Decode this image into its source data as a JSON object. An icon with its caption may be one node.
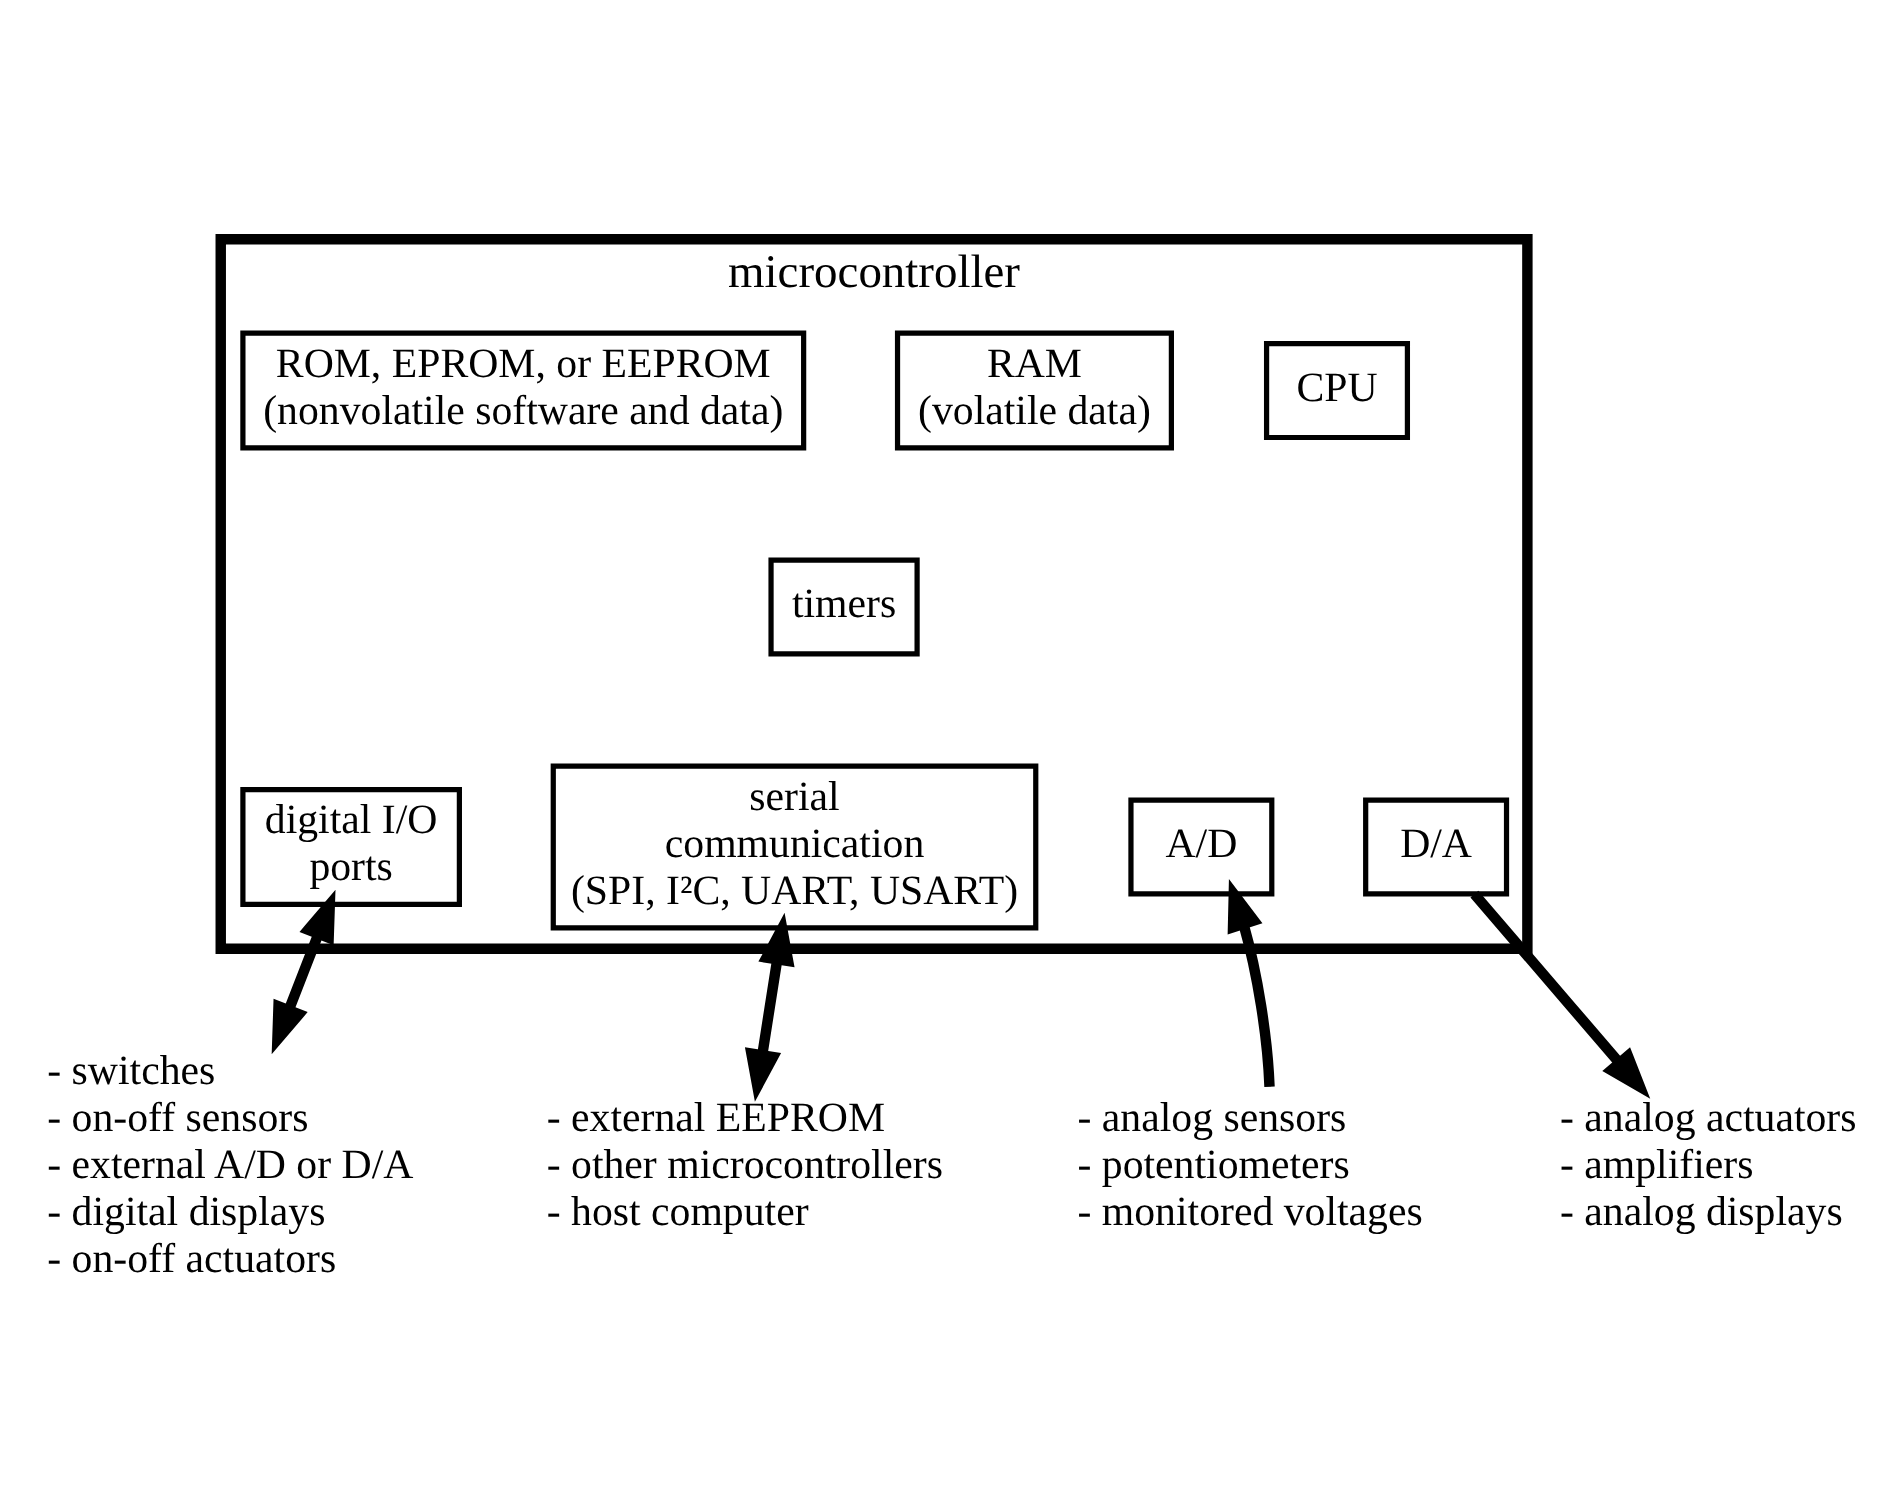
{
  "diagram": {
    "nodes": [
      {
        "text": [
          "microcontroller"
        ]
      },
      {
        "text": [
          "CPU"
        ],
        "in": 0
      },
      {
        "text": [
          "RAM (volatile data)"
        ],
        "in": 0
      },
      {
        "text": [
          "ROM, EPROM, or EEPROM (nonvolatile software and data)"
        ],
        "in": 0
      },
      {
        "text": [
          "timers"
        ],
        "in": 0
      },
      {
        "text": [
          "digital I/O ports"
        ],
        "in": 0
      },
      {
        "text": [
          "serial communication (SPI, I²C, UART, USART)"
        ],
        "in": 0
      },
      {
        "text": [
          "A/D"
        ],
        "in": 0
      },
      {
        "text": [
          "D/A"
        ],
        "in": 0
      },
      {
        "text": [
          "- switches",
          "- on-off sensors",
          "- external A/D or D/A",
          "- digital displays",
          "- on-off actuators"
        ]
      },
      {
        "text": [
          "- external EEPROM",
          "- other microcontrollers",
          "- host computer"
        ]
      },
      {
        "text": [
          "- analog sensors",
          "- potentiometers",
          "- monitored voltages"
        ]
      },
      {
        "text": [
          "- analog actuators",
          "- amplifiers",
          "- analog displays"
        ]
      }
    ],
    "edges": [
      {
        "from": 5,
        "to": 9,
        "arrow": "both"
      },
      {
        "from": 6,
        "to": 10,
        "arrow": "both"
      },
      {
        "from": 11,
        "to": 7,
        "arrow": "to"
      },
      {
        "from": 8,
        "to": 12,
        "arrow": "to"
      }
    ]
  }
}
